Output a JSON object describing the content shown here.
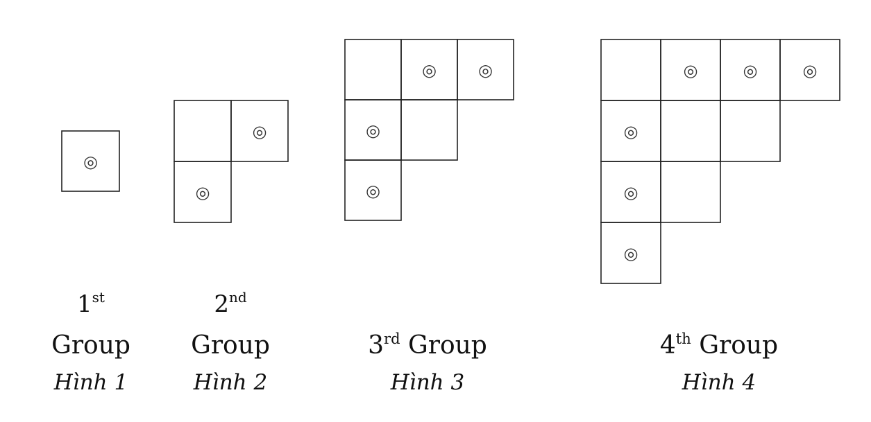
{
  "figure": {
    "cell_symbol": "◎",
    "groups": [
      {
        "number": "1",
        "suffix": "st",
        "word": "Group",
        "caption": "Hình 1",
        "n": 1
      },
      {
        "number": "2",
        "suffix": "nd",
        "word": "Group",
        "caption": "Hình 2",
        "n": 2
      },
      {
        "number": "3",
        "suffix": "rd",
        "word": "Group",
        "caption": "Hình 3",
        "n": 3
      },
      {
        "number": "4",
        "suffix": "th",
        "word": "Group",
        "caption": "Hình 4",
        "n": 4
      }
    ]
  }
}
